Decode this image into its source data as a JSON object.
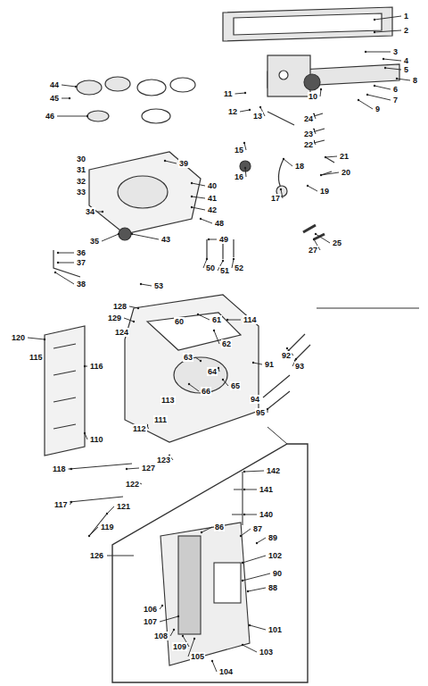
{
  "diagram": {
    "labels": [
      "1",
      "2",
      "3",
      "4",
      "5",
      "8",
      "6",
      "7",
      "9",
      "10",
      "11",
      "12",
      "13",
      "24",
      "23",
      "22",
      "21",
      "20",
      "19",
      "18",
      "17",
      "16",
      "15",
      "25",
      "27",
      "44",
      "45",
      "46",
      "30",
      "31",
      "32",
      "33",
      "34",
      "35",
      "36",
      "37",
      "38",
      "39",
      "40",
      "41",
      "42",
      "43",
      "48",
      "49",
      "50",
      "51",
      "52",
      "53",
      "128",
      "129",
      "124",
      "60",
      "61",
      "114",
      "120",
      "115",
      "116",
      "62",
      "63",
      "64",
      "65",
      "66",
      "91",
      "92",
      "93",
      "94",
      "95",
      "111",
      "112",
      "113",
      "110",
      "123",
      "127",
      "122",
      "118",
      "117",
      "121",
      "119",
      "126",
      "142",
      "141",
      "140",
      "86",
      "87",
      "89",
      "102",
      "90",
      "88",
      "101",
      "103",
      "104",
      "106",
      "107",
      "108",
      "109",
      "105"
    ]
  }
}
